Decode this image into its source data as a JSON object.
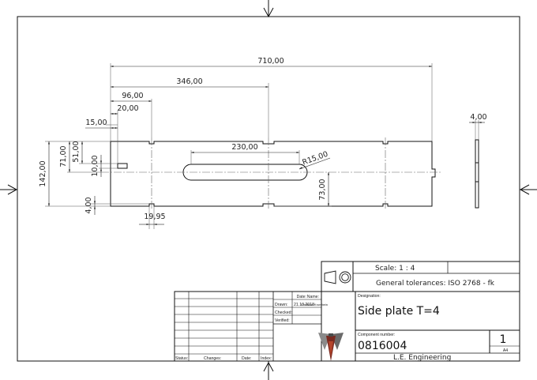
{
  "drawing": {
    "dimensions": {
      "overall_length": "710,00",
      "slot_center": "346,00",
      "first_hole": "96,00",
      "hole_offset": "20,00",
      "edge_offset": "15,00",
      "height": "142,00",
      "half_height": "71,00",
      "upper_offset": "51,00",
      "hole_height": "10,00",
      "notch_depth": "4,00",
      "slot_length": "230,00",
      "slot_radius": "R15,00",
      "slot_offset": "73,00",
      "notch_width": "19,95",
      "thickness": "4,00"
    }
  },
  "title_block": {
    "scale": "Scale:  1 : 4",
    "tolerances": "General tolerances: ISO 2768 - fk",
    "col_date": "Date:",
    "col_name": "Name:",
    "row_drawn": "Drawn:",
    "row_checked": "Checked:",
    "row_verified": "Verified:",
    "drawn_date": "21.10.2018",
    "drawn_name": "Christian Krumbein",
    "designation_label": "Designation:",
    "designation": "Side plate T=4",
    "component_label": "Component number:",
    "component_number": "0816004",
    "sheet": "1",
    "format": "A4",
    "company": "L.E. Engineering",
    "rev_status": "Status:",
    "rev_changes": "Changes:",
    "rev_date": "Date:",
    "rev_index": "Index:"
  }
}
